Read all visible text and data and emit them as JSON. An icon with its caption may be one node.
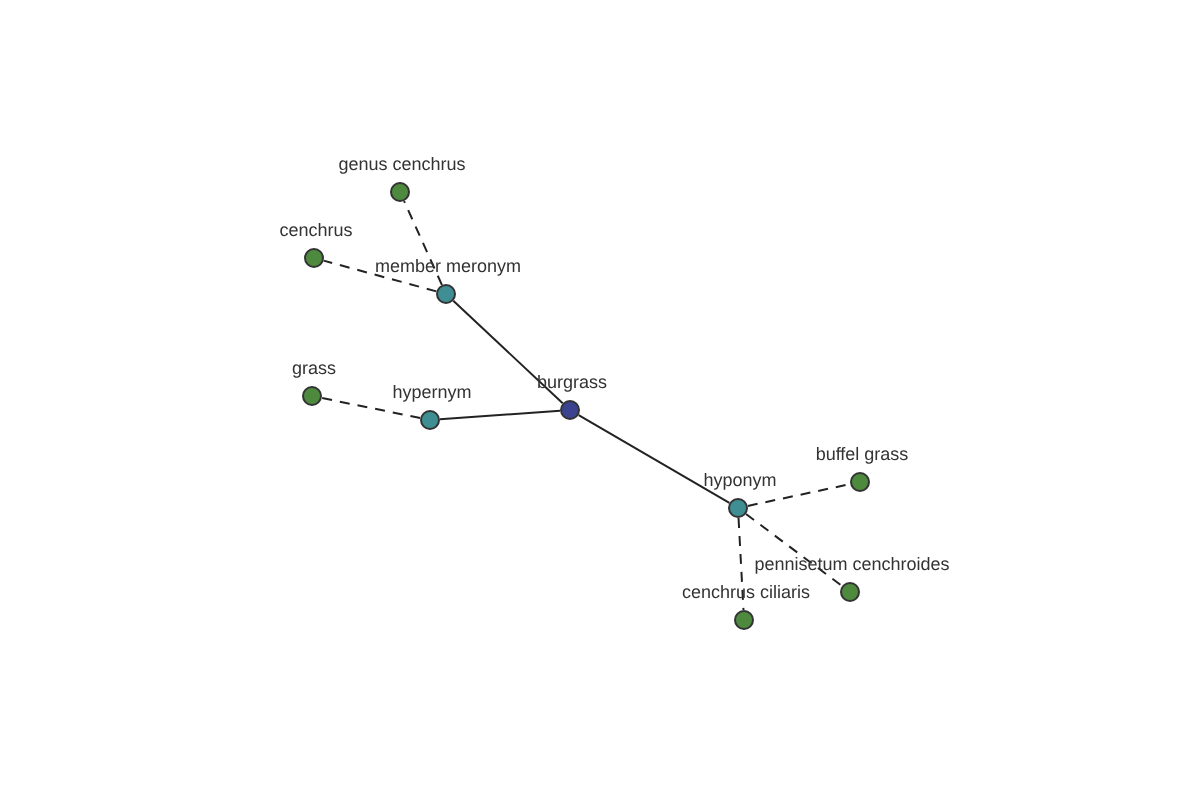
{
  "diagram": {
    "nodes": [
      {
        "text": [
          "genus cenchrus"
        ]
      },
      {
        "text": [
          "cenchrus"
        ]
      },
      {
        "text": [
          "member meronym"
        ]
      },
      {
        "text": [
          "grass"
        ]
      },
      {
        "text": [
          "hypernym"
        ]
      },
      {
        "text": [
          "burgrass"
        ]
      },
      {
        "text": [
          "buffel grass"
        ]
      },
      {
        "text": [
          "hyponym"
        ]
      },
      {
        "text": [
          "pennisetum cenchroides"
        ]
      },
      {
        "text": [
          "cenchrus ciliaris"
        ]
      }
    ],
    "edges": [
      {
        "from": 5,
        "to": 2,
        "arrow": "none"
      },
      {
        "from": 5,
        "to": 4,
        "arrow": "none"
      },
      {
        "from": 5,
        "to": 7,
        "arrow": "none"
      },
      {
        "from": 2,
        "to": 0,
        "arrow": "none",
        "style": "dashed"
      },
      {
        "from": 2,
        "to": 1,
        "arrow": "none",
        "style": "dashed"
      },
      {
        "from": 4,
        "to": 3,
        "arrow": "none",
        "style": "dashed"
      },
      {
        "from": 7,
        "to": 6,
        "arrow": "none",
        "style": "dashed"
      },
      {
        "from": 7,
        "to": 8,
        "arrow": "none",
        "style": "dashed"
      },
      {
        "from": 7,
        "to": 9,
        "arrow": "none",
        "style": "dashed"
      }
    ]
  }
}
